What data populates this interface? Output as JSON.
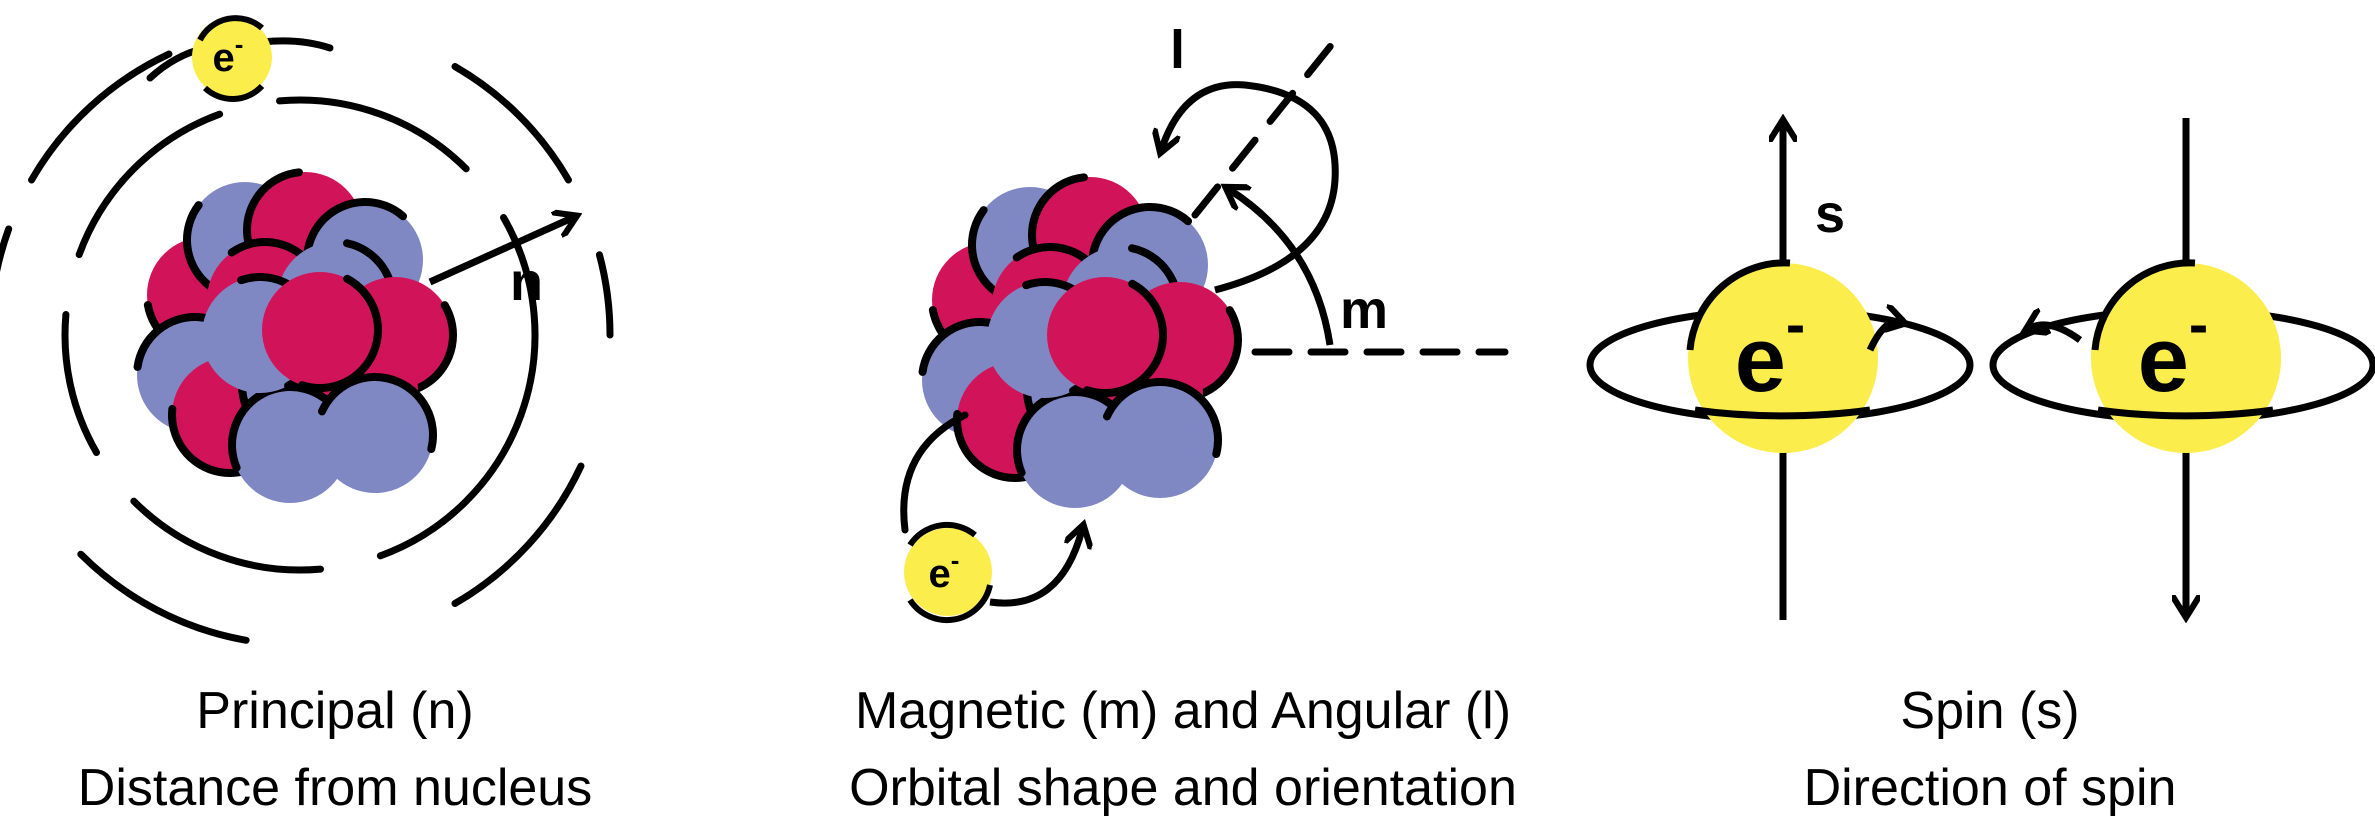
{
  "colors": {
    "proton": "#D1145A",
    "neutron": "#8088C4",
    "electron": "#FBEE4C",
    "ink": "#000000"
  },
  "electron_symbol": "e",
  "electron_charge": "-",
  "panels": [
    {
      "id": "principal",
      "caption_line1": "Principal (n)",
      "caption_line2": "Distance from nucleus",
      "quantum_label": "n"
    },
    {
      "id": "magnetic-angular",
      "caption_line1": "Magnetic (m) and Angular (l)",
      "caption_line2": "Orbital shape and orientation",
      "quantum_label_l": "l",
      "quantum_label_m": "m"
    },
    {
      "id": "spin",
      "caption_line1": "Spin (s)",
      "caption_line2": "Direction of spin",
      "quantum_label": "s"
    }
  ]
}
